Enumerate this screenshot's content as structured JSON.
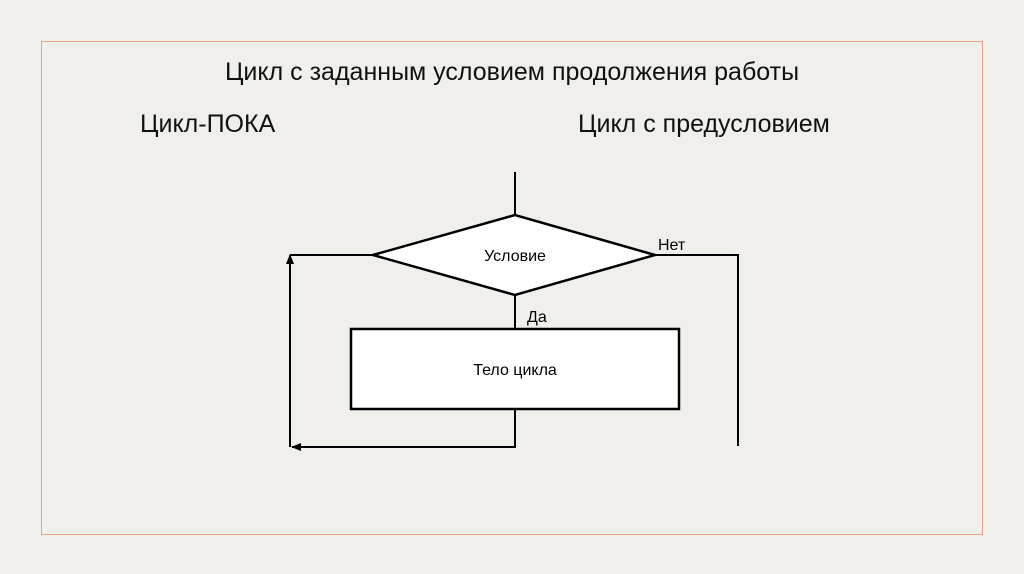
{
  "slide": {
    "title": "Цикл с заданным условием продолжения работы",
    "left_heading": "Цикл-ПОКА",
    "right_heading": "Цикл с предусловием"
  },
  "diagram": {
    "condition": "Условие",
    "no_label": "Нет",
    "yes_label": "Да",
    "body": "Тело цикла"
  }
}
